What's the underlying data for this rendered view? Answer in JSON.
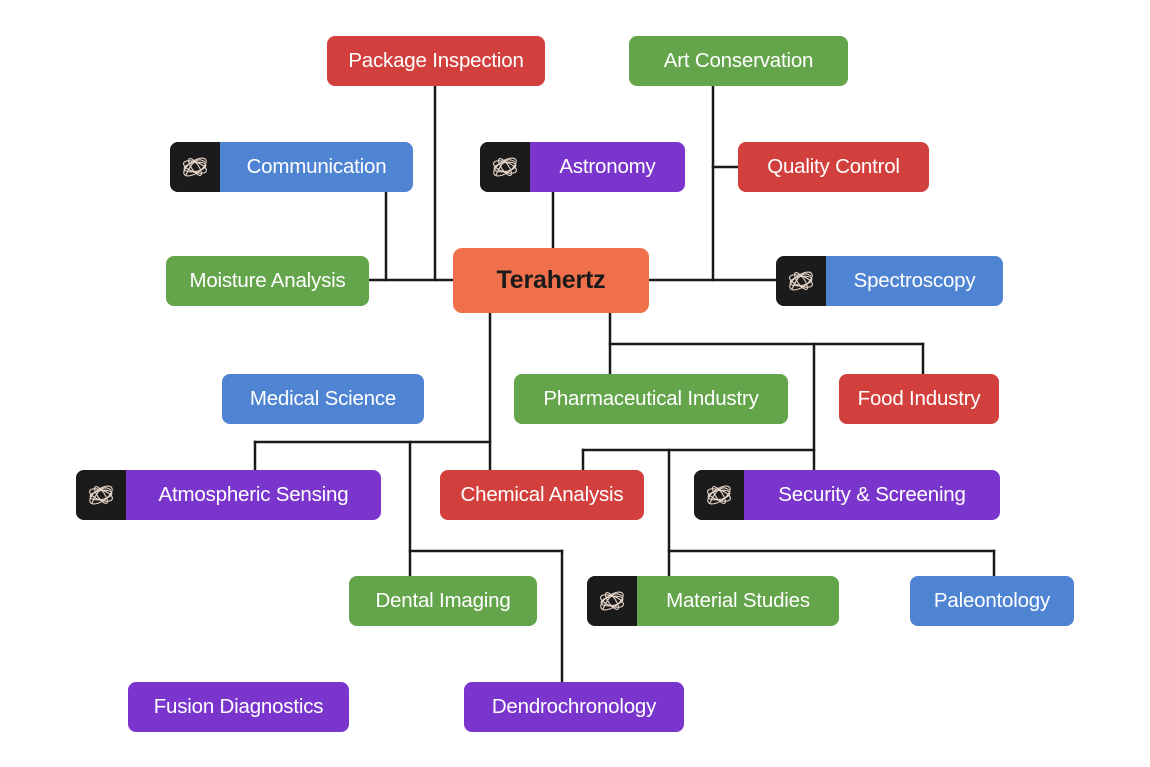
{
  "diagram": {
    "center": {
      "label": "Terahertz",
      "color": "#ef704a"
    },
    "nodes": {
      "package_inspection": "Package Inspection",
      "art_conservation": "Art Conservation",
      "communication": "Communication",
      "astronomy": "Astronomy",
      "quality_control": "Quality Control",
      "moisture_analysis": "Moisture Analysis",
      "spectroscopy": "Spectroscopy",
      "medical_science": "Medical Science",
      "pharmaceutical_industry": "Pharmaceutical Industry",
      "food_industry": "Food Industry",
      "atmospheric_sensing": "Atmospheric Sensing",
      "chemical_analysis": "Chemical Analysis",
      "security_screening": "Security & Screening",
      "dental_imaging": "Dental Imaging",
      "material_studies": "Material Studies",
      "paleontology": "Paleontology",
      "fusion_diagnostics": "Fusion Diagnostics",
      "dendrochronology": "Dendrochronology"
    },
    "colors": {
      "red": "#d2403e",
      "green": "#64a44b",
      "blue": "#4f84d3",
      "purple": "#7a36cc",
      "orange": "#ef704a",
      "icon_tile": "#1b1b1b",
      "connector": "#1a1a1a"
    },
    "icon": "spiral-swirl-icon"
  }
}
